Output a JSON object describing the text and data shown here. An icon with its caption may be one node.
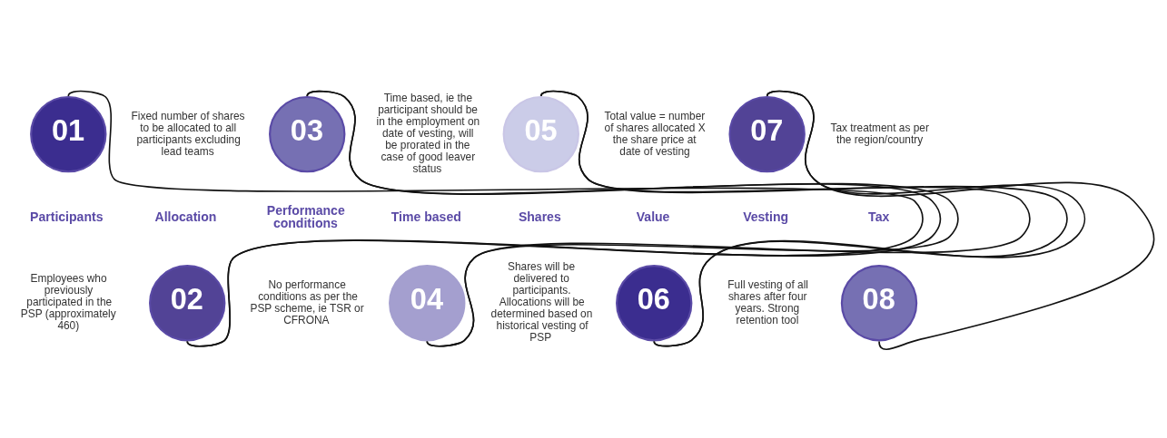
{
  "diagram": {
    "nodes": [
      {
        "text": [
          "01",
          "Participants"
        ]
      },
      {
        "text": [
          "Allocation",
          "02"
        ]
      },
      {
        "text": [
          "03",
          "Performance conditions"
        ]
      },
      {
        "text": [
          "Time based",
          "04"
        ]
      },
      {
        "text": [
          "05",
          "Shares"
        ]
      },
      {
        "text": [
          "Value",
          "06"
        ]
      },
      {
        "text": [
          "07",
          "Vesting"
        ]
      },
      {
        "text": [
          "Tax",
          "08"
        ]
      }
    ],
    "edges": [
      {
        "from": 0,
        "to": 1,
        "arrow": "none"
      },
      {
        "from": 1,
        "to": 2,
        "arrow": "none"
      },
      {
        "from": 2,
        "to": 3,
        "arrow": "none"
      },
      {
        "from": 3,
        "to": 4,
        "arrow": "none"
      },
      {
        "from": 4,
        "to": 5,
        "arrow": "none"
      },
      {
        "from": 5,
        "to": 6,
        "arrow": "none"
      },
      {
        "from": 6,
        "to": 7,
        "arrow": "none"
      }
    ],
    "labels": [
      "Employees who previously participated in the PSP (approximately 460)",
      "Fixed number of shares to be allocated to all participants excluding lead teams",
      "No performance conditions as per the PSP scheme, ie TSR or CFRONA",
      "Time based, ie the participant should be in the employment on date of vesting, will be prorated in the case of good leaver status",
      "Shares will be delivered to participants. Allocations will be determined based on historical vesting of PSP",
      "Total value = number of shares allocated X the share price at date of vesting",
      "Full vesting of all shares after four years. Strong retention tool",
      "Tax treatment as per the region/country"
    ]
  }
}
